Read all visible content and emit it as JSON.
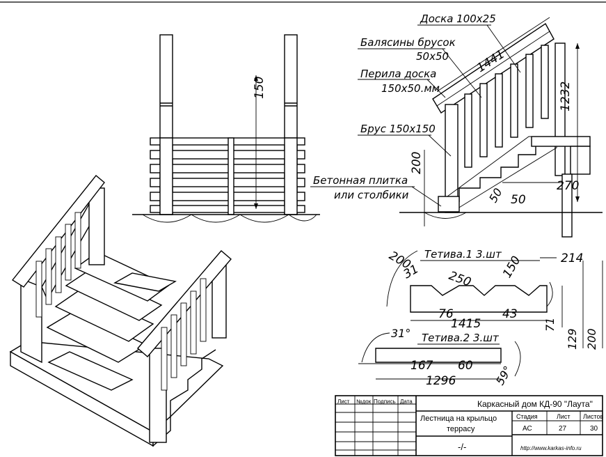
{
  "callouts": {
    "board": "Доска 100х25",
    "balusters_line1": "Балясины брусок",
    "balusters_line2": "50х50",
    "handrail_line1": "Перила доска",
    "handrail_line2": "150х50.мм",
    "beam": "Брус 150х150",
    "concrete_line1": "Бетонная плитка",
    "concrete_line2": "или столбики"
  },
  "front_view": {
    "dim_height": "150"
  },
  "side_view": {
    "dim_rail_len": "1441",
    "dim_height_total": "1232",
    "dim_base_height": "200",
    "dim_step_rise": "50",
    "dim_step_run": "50",
    "dim_tread": "270"
  },
  "stringer1": {
    "title": "Тетива.1  3.шт",
    "dims": {
      "d200": "200",
      "d31": "31",
      "d250": "250",
      "d150": "150",
      "d214": "214",
      "d76": "76",
      "d1415": "1415",
      "d43": "43",
      "d71": "71",
      "d129": "129",
      "d200v": "200"
    }
  },
  "stringer2": {
    "title": "Тетива.2  3.шт",
    "dims": {
      "d31": "31°",
      "d167": "167",
      "d60": "60",
      "d1296": "1296",
      "d59": "59°"
    }
  },
  "title_block": {
    "headers": [
      "Лист",
      "№док",
      "Подпись",
      "Дата"
    ],
    "project": "Каркасный дом КД-90 \"Лаута\"",
    "sheet_title_line1": "Лестница на крыльцо",
    "sheet_title_line2": "террасу",
    "col_stage": "Стадия",
    "col_sheet": "Лист",
    "col_sheets": "Листов",
    "val_stage": "АС",
    "val_sheet": "27",
    "val_sheets": "30",
    "scale": "-/-",
    "site": "http://www.karkas-info.ru"
  }
}
